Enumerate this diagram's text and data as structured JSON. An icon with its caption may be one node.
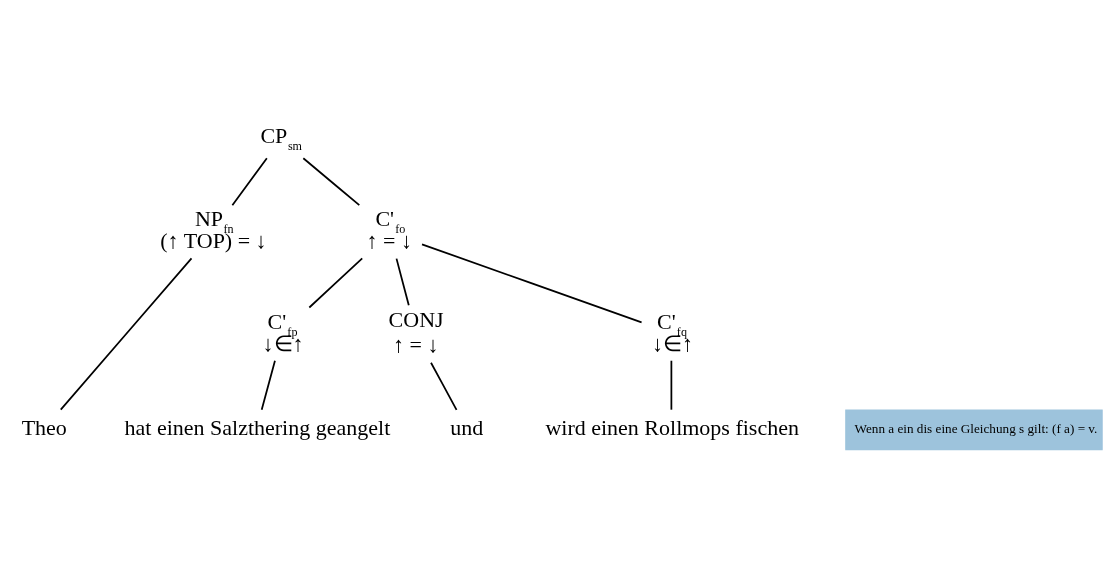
{
  "diagram": {
    "nodes": [
      {
        "text": [
          "CP$_{sm}$"
        ]
      },
      {
        "text": [
          "NP$_{fn}$",
          "(↑ TOP) = ↓"
        ]
      },
      {
        "text": [
          "C'$_{fo}$",
          "↑ = ↓"
        ]
      },
      {
        "text": [
          "C'$_{fp}$",
          "↓∈↑"
        ]
      },
      {
        "text": [
          "CONJ",
          "↑ = ↓"
        ]
      },
      {
        "text": [
          "C'$_{fq}$",
          "↓∈↑"
        ]
      },
      {
        "text": [
          "Theo"
        ]
      },
      {
        "text": [
          "hat einen Salzthering geangelt"
        ]
      },
      {
        "text": [
          "und"
        ]
      },
      {
        "text": [
          "wird einen Rollmops fischen"
        ]
      }
    ],
    "edges": [
      {
        "from": 0,
        "to": 1,
        "arrow": "none"
      },
      {
        "from": 0,
        "to": 2,
        "arrow": "none"
      },
      {
        "from": 1,
        "to": 6,
        "arrow": "none"
      },
      {
        "from": 2,
        "to": 3,
        "arrow": "none"
      },
      {
        "from": 2,
        "to": 4,
        "arrow": "none"
      },
      {
        "from": 2,
        "to": 5,
        "arrow": "none"
      },
      {
        "from": 3,
        "to": 7,
        "arrow": "none"
      },
      {
        "from": 4,
        "to": 8,
        "arrow": "none"
      },
      {
        "from": 5,
        "to": 9,
        "arrow": "none"
      }
    ],
    "labels": [
      "Wenn a ein dis eine Gleichung s gilt: (f a) = v."
    ]
  }
}
